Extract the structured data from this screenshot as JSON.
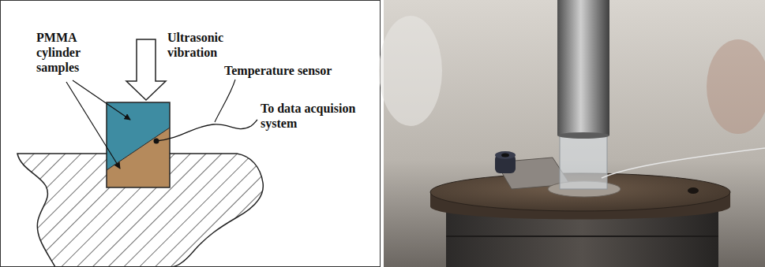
{
  "diagram": {
    "labels": [
      "PMMA cylinder samples",
      "Ultrasonic vibration",
      "Temperature sensor",
      "To data acquision system"
    ]
  }
}
